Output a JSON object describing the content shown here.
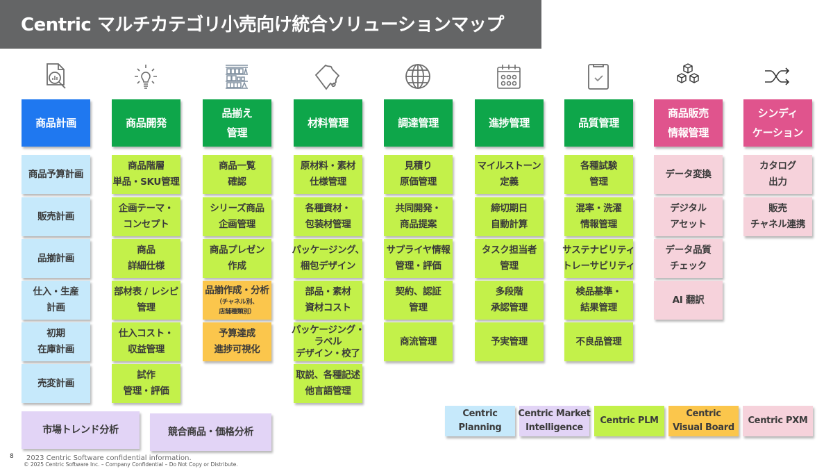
{
  "title": "Centric マルチカテゴリ小売向け統合ソリューションマップ",
  "colors": {
    "title_bar": "#646566",
    "planning_header": "#1f78f0",
    "plm_header": "#0ea64a",
    "pxm_header": "#e0548d",
    "centric_planning": "#c6e9fb",
    "centric_market_intelligence": "#e2d4f6",
    "centric_plm": "#c3f14a",
    "centric_visual_board": "#fbc64c",
    "centric_pxm": "#f6d2db"
  },
  "columns": [
    {
      "icon": "report-analysis-icon",
      "header": [
        "商品計画"
      ],
      "items": [
        {
          "lines": [
            "商品予算計画"
          ]
        },
        {
          "lines": [
            "販売計画"
          ]
        },
        {
          "lines": [
            "品揃計画"
          ]
        },
        {
          "lines": [
            "仕入・生産",
            "計画"
          ]
        },
        {
          "lines": [
            "初期",
            "在庫計画"
          ]
        },
        {
          "lines": [
            "売変計画"
          ]
        }
      ]
    },
    {
      "icon": "lightbulb-icon",
      "header": [
        "商品開発"
      ],
      "items": [
        {
          "lines": [
            "商品階層",
            "単品・SKU管理"
          ]
        },
        {
          "lines": [
            "企画テーマ・",
            "コンセプト"
          ]
        },
        {
          "lines": [
            "商品",
            "詳細仕様"
          ]
        },
        {
          "lines": [
            "部材表 / レシピ",
            "管理"
          ]
        },
        {
          "lines": [
            "仕入コスト・",
            "収益管理"
          ]
        },
        {
          "lines": [
            "試作",
            "管理・評価"
          ]
        }
      ]
    },
    {
      "icon": "store-shelf-icon",
      "header": [
        "品揃え",
        "管理"
      ],
      "items": [
        {
          "lines": [
            "商品一覧",
            "確認"
          ]
        },
        {
          "lines": [
            "シリーズ商品",
            "企画管理"
          ]
        },
        {
          "lines": [
            "商品プレゼン",
            "作成"
          ]
        },
        {
          "lines": [
            "品揃作成・分析"
          ],
          "sub": [
            "（チャネル別、",
            "店舗種類別）"
          ]
        },
        {
          "lines": [
            "予算達成",
            "進捗可視化"
          ]
        }
      ]
    },
    {
      "icon": "material-roll-icon",
      "header": [
        "材料管理"
      ],
      "items": [
        {
          "lines": [
            "原材料・素材",
            "仕様管理"
          ]
        },
        {
          "lines": [
            "各種資材・",
            "包装材管理"
          ]
        },
        {
          "lines": [
            "パッケージング、",
            "梱包デザイン"
          ]
        },
        {
          "lines": [
            "部品・素材",
            "資材コスト"
          ]
        },
        {
          "lines": [
            "パッケージング・",
            "ラベル",
            "デザイン・校了"
          ]
        },
        {
          "lines": [
            "取説、各種記述",
            "他言語管理"
          ]
        }
      ]
    },
    {
      "icon": "globe-icon",
      "header": [
        "調達管理"
      ],
      "items": [
        {
          "lines": [
            "見積り",
            "原価管理"
          ]
        },
        {
          "lines": [
            "共同開発・",
            "商品提案"
          ]
        },
        {
          "lines": [
            "サプライヤ情報",
            "管理・評価"
          ]
        },
        {
          "lines": [
            "契約、認証",
            "管理"
          ]
        },
        {
          "lines": [
            "商流管理"
          ]
        }
      ]
    },
    {
      "icon": "calendar-icon",
      "header": [
        "進捗管理"
      ],
      "items": [
        {
          "lines": [
            "マイルストーン",
            "定義"
          ]
        },
        {
          "lines": [
            "締切期日",
            "自動計算"
          ]
        },
        {
          "lines": [
            "タスク担当者",
            "管理"
          ]
        },
        {
          "lines": [
            "多段階",
            "承認管理"
          ]
        },
        {
          "lines": [
            "予実管理"
          ]
        }
      ]
    },
    {
      "icon": "clipboard-check-icon",
      "header": [
        "品質管理"
      ],
      "items": [
        {
          "lines": [
            "各種試験",
            "管理"
          ]
        },
        {
          "lines": [
            "混率・洗濯",
            "情報管理"
          ]
        },
        {
          "lines": [
            "サステナビリティ",
            "トレーサビリティ"
          ]
        },
        {
          "lines": [
            "検品基準・",
            "結果管理"
          ]
        },
        {
          "lines": [
            "不良品管理"
          ]
        }
      ]
    },
    {
      "icon": "cubes-icon",
      "header": [
        "商品販売",
        "情報管理"
      ],
      "items": [
        {
          "lines": [
            "データ変換"
          ]
        },
        {
          "lines": [
            "デジタル",
            "アセット"
          ]
        },
        {
          "lines": [
            "データ品質",
            "チェック"
          ]
        },
        {
          "lines": [
            "AI 翻訳"
          ]
        }
      ]
    },
    {
      "icon": "shuffle-icon",
      "header": [
        "シンディ",
        "ケーション"
      ],
      "items": [
        {
          "lines": [
            "カタログ",
            "出力"
          ]
        },
        {
          "lines": [
            "販売",
            "チャネル連携"
          ]
        }
      ]
    }
  ],
  "market_intelligence": [
    "市場トレンド分析",
    "競合商品・価格分析"
  ],
  "legend": [
    {
      "lines": [
        "Centric",
        "Planning"
      ]
    },
    {
      "lines": [
        "Centric Market",
        "Intelligence"
      ]
    },
    {
      "lines": [
        "Centric PLM"
      ]
    },
    {
      "lines": [
        "Centric",
        "Visual Board"
      ]
    },
    {
      "lines": [
        "Centric PXM"
      ]
    }
  ],
  "footer": {
    "page_number": "8",
    "line1": "2023 Centric Software confidential information.",
    "line2": "© 2025 Centric Software Inc. – Company Confidential – Do Not Copy or Distribute."
  }
}
